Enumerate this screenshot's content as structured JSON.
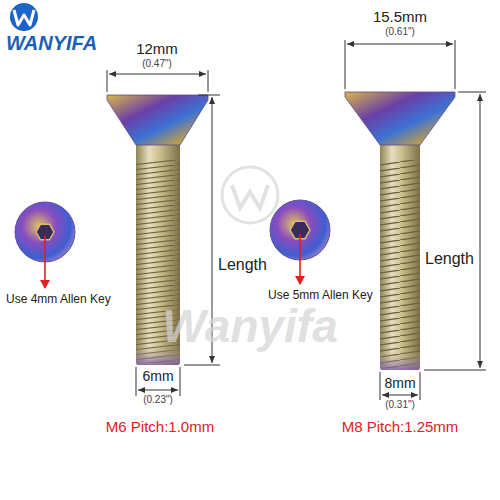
{
  "diagram": {
    "labels": [
      "WANYIFA",
      "12mm",
      "(0.47\")",
      "Length",
      "6mm",
      "(0.23\")",
      "Use 4mm Allen Key",
      "M6 Pitch:1.0mm",
      "15.5mm",
      "(0.61\")",
      "Length",
      "8mm",
      "(0.31\")",
      "Use 5mm Allen Key",
      "M8 Pitch:1.25mm",
      "Wanyifa"
    ]
  }
}
